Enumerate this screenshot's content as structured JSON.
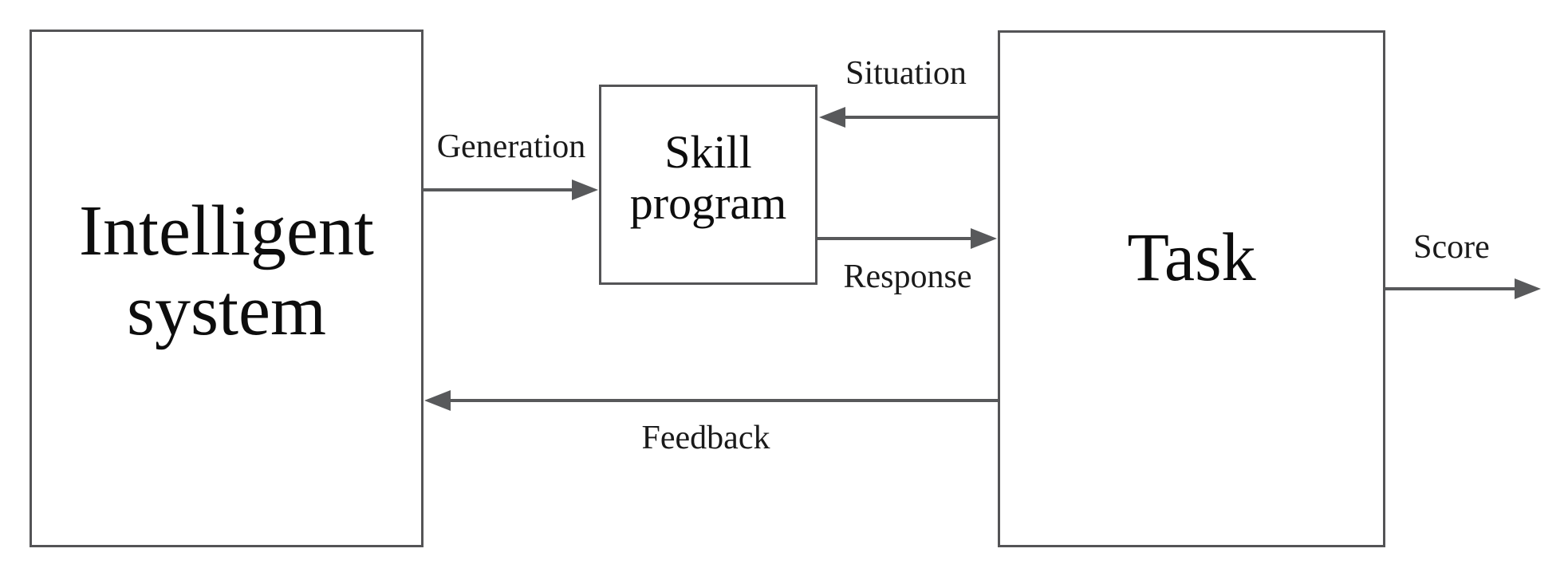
{
  "diagram": {
    "title": "Intelligent system / skill program / task interaction loop",
    "background_color": "#ffffff",
    "stroke_color": "#58595b",
    "border_color": "#545456",
    "text_color": "#111111",
    "nodes": [
      {
        "id": "intelligent-system",
        "label": "Intelligent system"
      },
      {
        "id": "skill-program",
        "label": "Skill program"
      },
      {
        "id": "task",
        "label": "Task"
      }
    ],
    "edges": [
      {
        "id": "generation",
        "label": "Generation",
        "from": "intelligent-system",
        "to": "skill-program",
        "direction": "right"
      },
      {
        "id": "situation",
        "label": "Situation",
        "from": "task",
        "to": "skill-program",
        "direction": "left"
      },
      {
        "id": "response",
        "label": "Response",
        "from": "skill-program",
        "to": "task",
        "direction": "right"
      },
      {
        "id": "feedback",
        "label": "Feedback",
        "from": "task",
        "to": "intelligent-system",
        "direction": "left"
      },
      {
        "id": "score",
        "label": "Score",
        "from": "task",
        "to": "output",
        "direction": "right"
      }
    ]
  }
}
